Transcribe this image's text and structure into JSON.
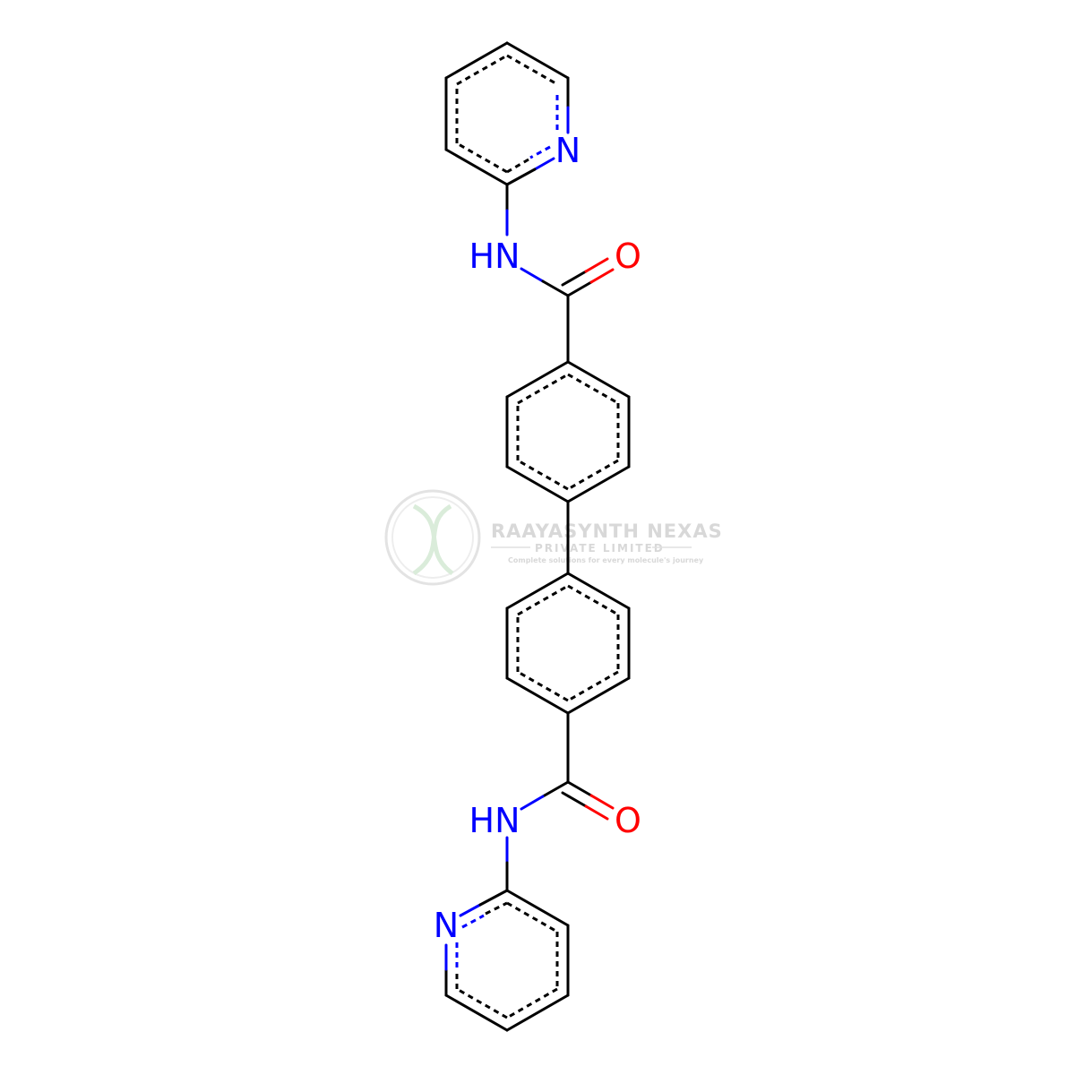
{
  "molecule": {
    "atom_labels": {
      "n_top_ring": "N",
      "nh_top": "HN",
      "o_top": "O",
      "nh_bottom": "HN",
      "o_bottom": "O",
      "n_bottom_ring": "N"
    },
    "colors": {
      "bond": "#000000",
      "nitrogen": "#0000ff",
      "oxygen": "#ff0000"
    }
  },
  "watermark": {
    "line1": "RAAYASYNTH NEXAS",
    "line2": "PRIVATE LIMITED",
    "line3": "Complete solutions for every molecule's journey",
    "color": "#d4d4d4"
  }
}
